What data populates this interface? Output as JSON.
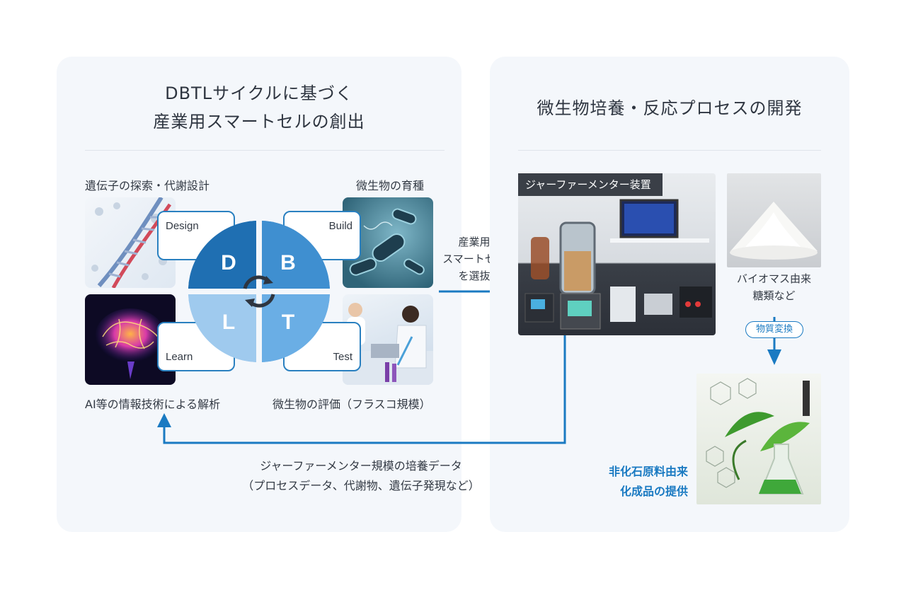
{
  "left_panel": {
    "title_line1": "DBTLサイクルに基づく",
    "title_line2": "産業用スマートセルの創出",
    "label_design": "遺伝子の探索・代謝設計",
    "label_build": "微生物の育種",
    "label_learn": "AI等の情報技術による解析",
    "label_test": "微生物の評価（フラスコ規模）",
    "cycle": {
      "design_box": "Design",
      "build_box": "Build",
      "learn_box": "Learn",
      "test_box": "Test",
      "d_letter": "D",
      "b_letter": "B",
      "l_letter": "L",
      "t_letter": "T"
    }
  },
  "right_panel": {
    "title": "微生物培養・反応プロセスの開発",
    "fermenter_badge": "ジャーファーメンター装置",
    "biomass_line1": "バイオマス由来",
    "biomass_line2": "糖類など",
    "conversion_badge": "物質変換",
    "product_line1": "非化石原料由来",
    "product_line2": "化成品の提供"
  },
  "arrow_select": {
    "line1": "産業用",
    "line2": "スマートセル",
    "line3": "を選抜"
  },
  "feedback": {
    "line1": "ジャーファーメンター規模の培養データ",
    "line2": "（プロセスデータ、代謝物、遺伝子発現など）"
  },
  "colors": {
    "panel_bg": "#f4f7fb",
    "accent": "#1a7ac2",
    "quad_d": "#1f6fb2",
    "quad_b": "#3f8fd0",
    "quad_l": "#9fcaee",
    "quad_t": "#6aaee5",
    "product_text": "#1a7ac2"
  },
  "icons": [
    "dna-photo",
    "bacteria-photo",
    "brain-photo",
    "lab-photo",
    "fermenter-photo",
    "powder-photo",
    "plant-flask-photo",
    "cycle-arrows-icon"
  ]
}
